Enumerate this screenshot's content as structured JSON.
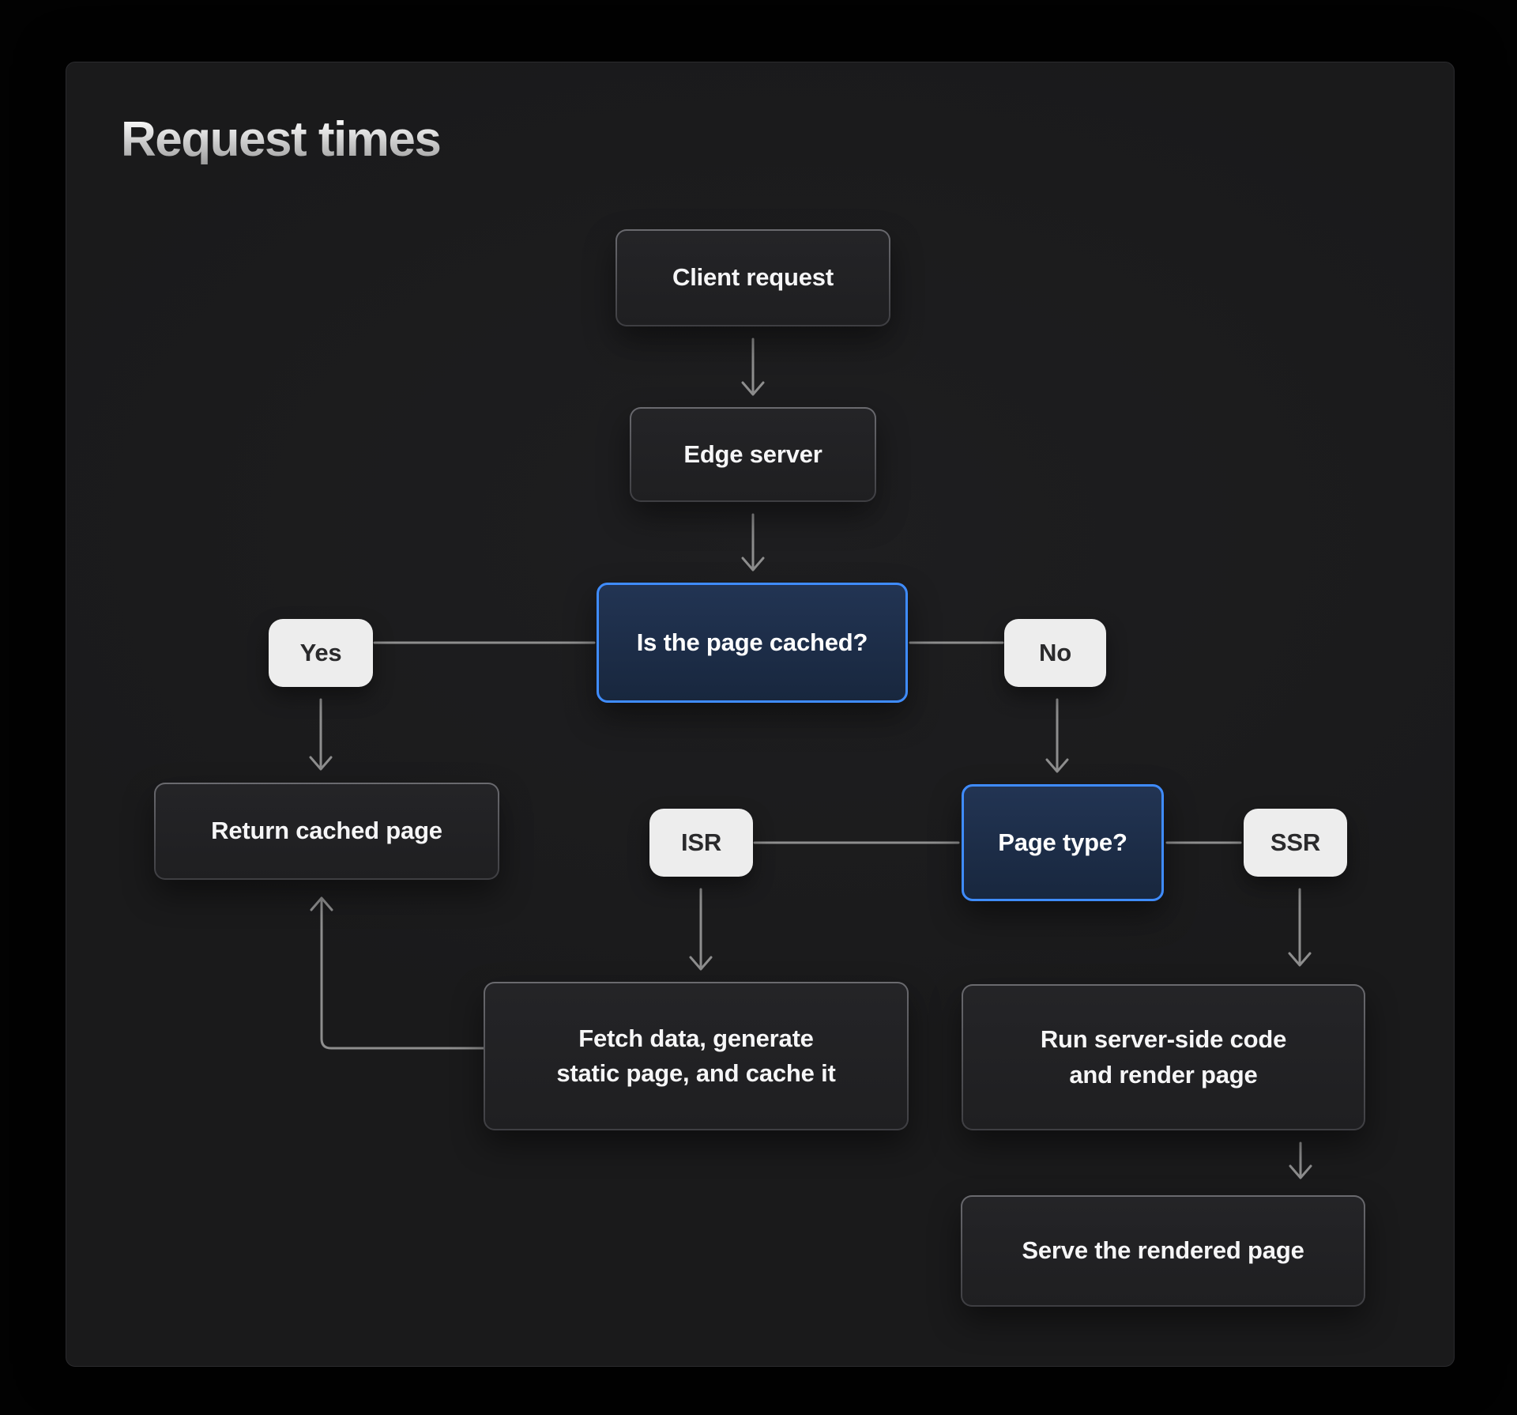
{
  "title": "Request times",
  "diagram": {
    "nodes": {
      "client_request": {
        "label": "Client request",
        "type": "dark"
      },
      "edge_server": {
        "label": "Edge server",
        "type": "dark"
      },
      "is_page_cached": {
        "label": "Is the page cached?",
        "type": "blue-highlight"
      },
      "yes": {
        "label": "Yes",
        "type": "pill"
      },
      "no": {
        "label": "No",
        "type": "pill"
      },
      "return_cached_page": {
        "label": "Return cached page",
        "type": "dark"
      },
      "isr": {
        "label": "ISR",
        "type": "pill"
      },
      "page_type": {
        "label": "Page type?",
        "type": "blue-highlight"
      },
      "ssr": {
        "label": "SSR",
        "type": "pill"
      },
      "fetch_generate": {
        "label": "Fetch data, generate\nstatic page, and cache it",
        "type": "dark"
      },
      "run_server_code": {
        "label": "Run server-side code\nand render page",
        "type": "dark"
      },
      "serve_rendered": {
        "label": "Serve the rendered page",
        "type": "dark"
      }
    },
    "edges": [
      {
        "from": "Client request",
        "to": "Edge server"
      },
      {
        "from": "Edge server",
        "to": "Is the page cached?"
      },
      {
        "from": "Is the page cached?",
        "via": "Yes",
        "to": "Return cached page"
      },
      {
        "from": "Is the page cached?",
        "via": "No",
        "to": "Page type?"
      },
      {
        "from": "Page type?",
        "via": "ISR",
        "to": "Fetch data, generate static page, and cache it"
      },
      {
        "from": "Page type?",
        "via": "SSR",
        "to": "Run server-side code and render page"
      },
      {
        "from": "Fetch data, generate static page, and cache it",
        "to": "Return cached page"
      },
      {
        "from": "Run server-side code and render page",
        "to": "Serve the rendered page"
      }
    ],
    "colors": {
      "page_bg": "#020202",
      "panel_bg": "#1B1B1C",
      "accent_blue": "#3F8CFF",
      "blue_node_bg": "#1C2B45",
      "dark_node_bg": "#222224",
      "dark_node_border": "#4E4E52",
      "pill_bg": "#EDEDED",
      "pill_text": "#2A2A2C",
      "node_text": "#F6F6F7",
      "connector": "#8E8E8E",
      "title_text": "#D9D9D9"
    }
  }
}
